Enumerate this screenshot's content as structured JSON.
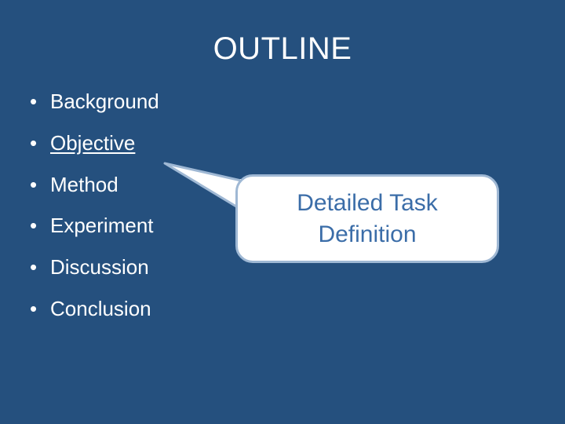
{
  "slide": {
    "title": "OUTLINE",
    "background_color": "#25507e",
    "text_color": "#ffffff",
    "bullet_glyph": "•",
    "bullets": [
      {
        "label": "Background",
        "underlined": false
      },
      {
        "label": "Objective ",
        "underlined": true
      },
      {
        "label": "Method",
        "underlined": false
      },
      {
        "label": "Experiment",
        "underlined": false
      },
      {
        "label": "Discussion",
        "underlined": false
      },
      {
        "label": "Conclusion",
        "underlined": false
      }
    ],
    "callout": {
      "line1": "Detailed Task",
      "line2": "Definition",
      "text_color": "#3b6da8",
      "fill_color": "#ffffff",
      "border_color": "#9fb8d4"
    }
  }
}
